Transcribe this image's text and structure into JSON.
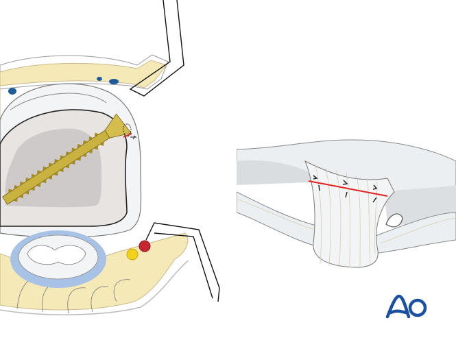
{
  "figure": {
    "left_panel": {
      "label": "Axial cross-section with screw fixation and retractors",
      "structures": [
        "retractor-top",
        "retractor-bottom",
        "soft-tissue",
        "bone",
        "screw",
        "suture",
        "spinal-canal",
        "nerve",
        "artery",
        "vessels"
      ]
    },
    "right_panel": {
      "label": "Ligament/tendon view with incision line",
      "structures": [
        "ligament-fibers",
        "incision-line",
        "suture-marks"
      ]
    },
    "logo": {
      "text": "AO"
    }
  },
  "colors": {
    "soft_tissue": "#f6e9b8",
    "soft_tissue_outline": "#c9b98a",
    "bone_outer": "#f3f4f6",
    "bone_inner": "#e8e4e2",
    "bone_core": "#cfcaca",
    "screw": "#c9b240",
    "screw_dark": "#8e7a1e",
    "vessel_blue": "#1d5c99",
    "canal_blue": "#a8c2e6",
    "nerve_yellow": "#f2d21b",
    "artery_red": "#c62630",
    "incision_red": "#e02020",
    "ligament": "#eceff1",
    "ligament_fiber": "#d8cdb3",
    "outline": "#555555",
    "logo_blue": "#1b4fa0"
  }
}
